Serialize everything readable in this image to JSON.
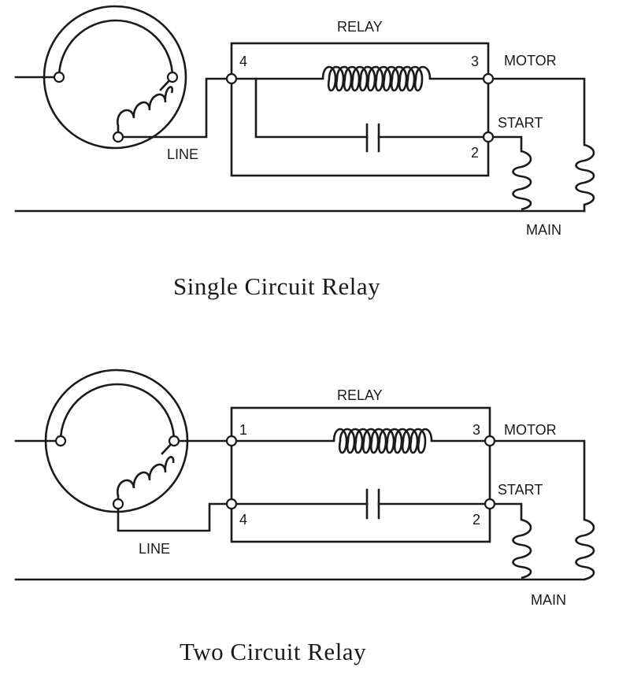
{
  "diagrams": [
    {
      "caption": "Single Circuit Relay",
      "relay_label": "RELAY",
      "line_label": "LINE",
      "motor_label": "MOTOR",
      "start_label": "START",
      "main_label": "MAIN",
      "terminal_left": "4",
      "terminal_top_right": "3",
      "terminal_bottom_right": "2"
    },
    {
      "caption": "Two Circuit Relay",
      "relay_label": "RELAY",
      "line_label": "LINE",
      "motor_label": "MOTOR",
      "start_label": "START",
      "main_label": "MAIN",
      "terminal_top_left": "1",
      "terminal_bottom_left": "4",
      "terminal_top_right": "3",
      "terminal_bottom_right": "2"
    }
  ]
}
